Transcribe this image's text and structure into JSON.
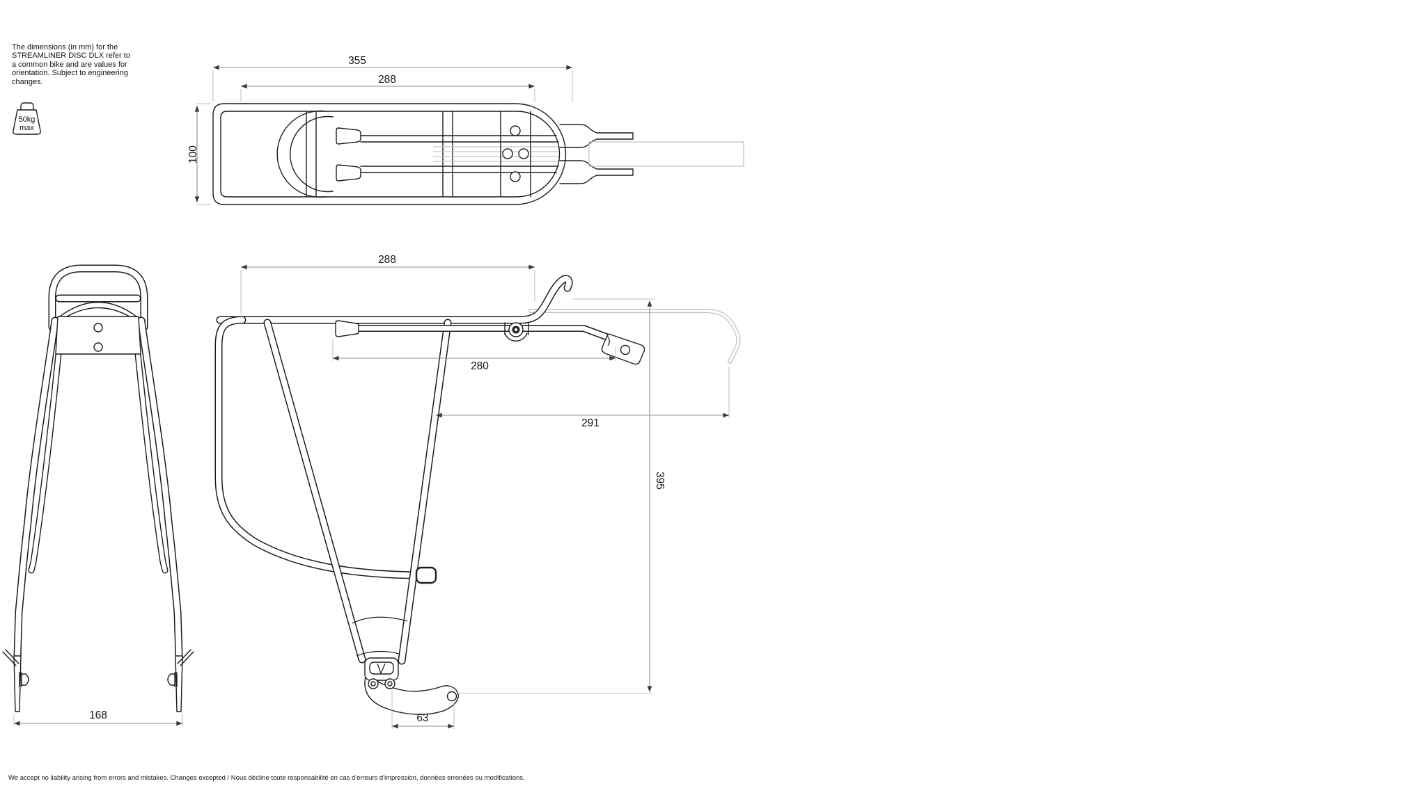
{
  "note": {
    "text": "The dimensions (in mm) for the STREAMLINER DISC DLX refer to a common bike and are values for orientation. Subject to engineering changes."
  },
  "weight": {
    "value": "50kg",
    "unit": "max"
  },
  "dims": {
    "top": {
      "overall": "355",
      "platform": "288",
      "width": "100"
    },
    "side": {
      "platform": "288",
      "rod": "280",
      "reach": "291",
      "height": "395",
      "foot": "63"
    },
    "rear": {
      "width": "168"
    }
  },
  "footer": {
    "disclaimer": "We accept no liability arising from errors and mistakes. Changes excepted / Nous décline toute responsabilité en cas d'erreurs d'impression, données erronées ou modifications."
  },
  "colors": {
    "line": "#1c1c1c",
    "light_line": "#c4c4c4",
    "dim_line": "#8c8c8c"
  }
}
